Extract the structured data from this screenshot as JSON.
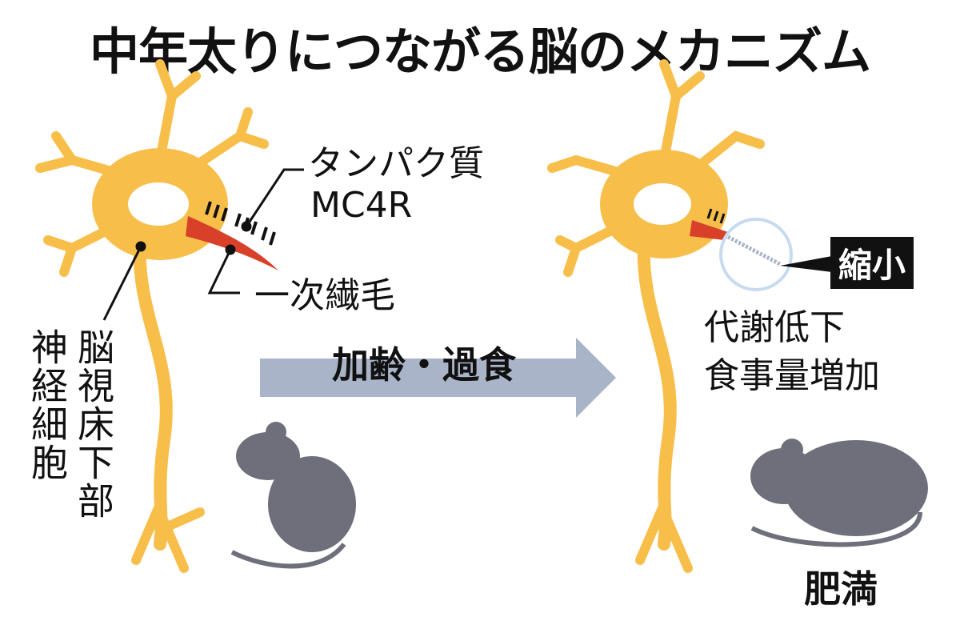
{
  "title": "中年太りにつながる脳のメカニズム",
  "left": {
    "protein_label_line1": "タンパク質",
    "protein_label_line2": "MC4R",
    "cilium_label": "一次繊毛",
    "hypothalamus_label": "脳視床下部",
    "neuron_label": "神経細胞"
  },
  "arrow_label": "加齢・過食",
  "right": {
    "shrink_badge": "縮小",
    "effect_line1": "代謝低下",
    "effect_line2": "食事量増加",
    "obesity_label": "肥満"
  },
  "colors": {
    "neuron": "#F7BE4A",
    "cilium": "#D9402A",
    "arrow": "#A9B4C8",
    "mouse": "#6E6F7A"
  }
}
